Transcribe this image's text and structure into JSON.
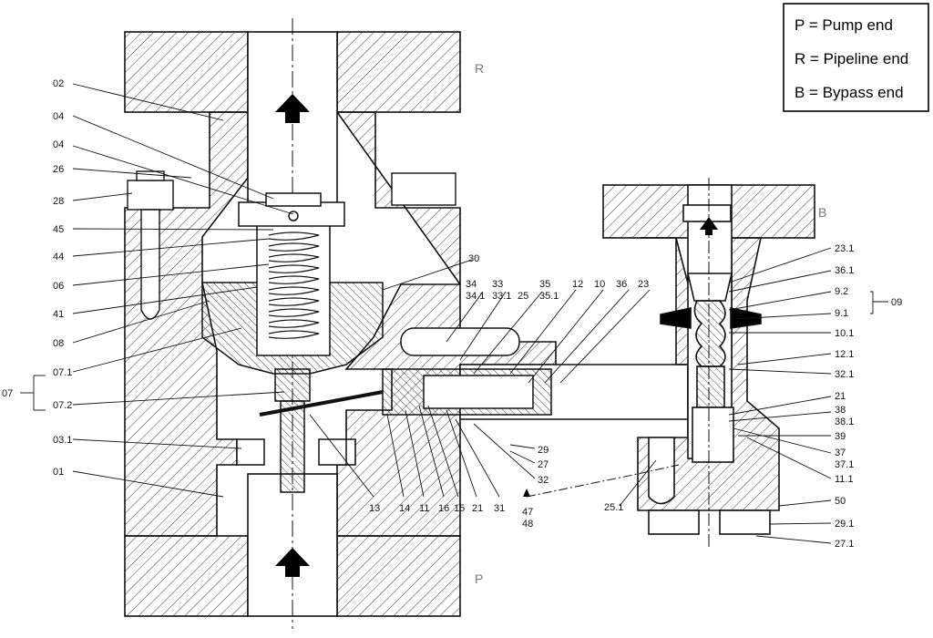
{
  "legend": {
    "lines": [
      "P = Pump end",
      "R = Pipeline end",
      "B = Bypass end"
    ]
  },
  "ends": {
    "r": "R",
    "p": "P",
    "b": "B"
  },
  "left_labels": [
    "02",
    "04",
    "04",
    "26",
    "28",
    "45",
    "44",
    "06",
    "41",
    "08",
    "07.1",
    "07",
    "07.2",
    "03.1",
    "01"
  ],
  "top_labels": {
    "n30": "30",
    "n34": "34",
    "n34_1": "34.1",
    "n33": "33",
    "n33_1": "33.1",
    "n25": "25",
    "n35": "35",
    "n35_1": "35.1",
    "n12": "12",
    "n10": "10",
    "n36": "36",
    "n23": "23"
  },
  "bottom_labels": {
    "n13": "13",
    "n14": "14",
    "n11": "11",
    "n16": "16",
    "n15": "15",
    "n21": "21",
    "n31": "31",
    "n29": "29",
    "n27": "27",
    "n32": "32",
    "n47": "47",
    "n48": "48",
    "n25_1": "25.1"
  },
  "right_labels": [
    "23.1",
    "36.1",
    "9.2",
    "9.1",
    "10.1",
    "12.1",
    "32.1",
    "21",
    "38",
    "38.1",
    "39",
    "37",
    "37.1",
    "11.1",
    "50",
    "29.1",
    "27.1"
  ],
  "group_label_09": "09"
}
